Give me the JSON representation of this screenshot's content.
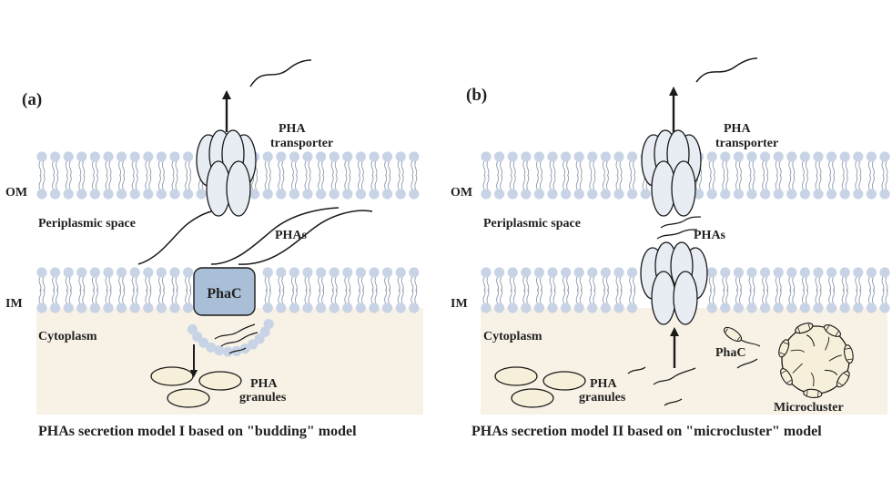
{
  "colors": {
    "lipid_head": "#c8d4e6",
    "lipid_tail": "#8f9dae",
    "cytoplasm": "#f8f2e6",
    "porin_fill": "#e8edf4",
    "phac_fill": "#a9bfd7",
    "granule_fill": "#f6efd9",
    "stroke": "#1a1a1a"
  },
  "panel_a": {
    "letter": "(a)",
    "om_label": "OM",
    "im_label": "IM",
    "periplasm_label": "Periplasmic space",
    "cytoplasm_label": "Cytoplasm",
    "transporter_label_line1": "PHA",
    "transporter_label_line2": "transporter",
    "phas_label": "PHAs",
    "phac_label": "PhaC",
    "granules_label_line1": "PHA",
    "granules_label_line2": "granules",
    "caption": "PHAs secretion model I based on \"budding\" model"
  },
  "panel_b": {
    "letter": "(b)",
    "om_label": "OM",
    "im_label": "IM",
    "periplasm_label": "Periplasmic space",
    "cytoplasm_label": "Cytoplasm",
    "transporter_label_line1": "PHA",
    "transporter_label_line2": "transporter",
    "phas_label": "PHAs",
    "phac_label": "PhaC",
    "granules_label_line1": "PHA",
    "granules_label_line2": "granules",
    "microcluster_label": "Microcluster",
    "caption": "PHAs secretion model II based on \"microcluster\" model"
  }
}
